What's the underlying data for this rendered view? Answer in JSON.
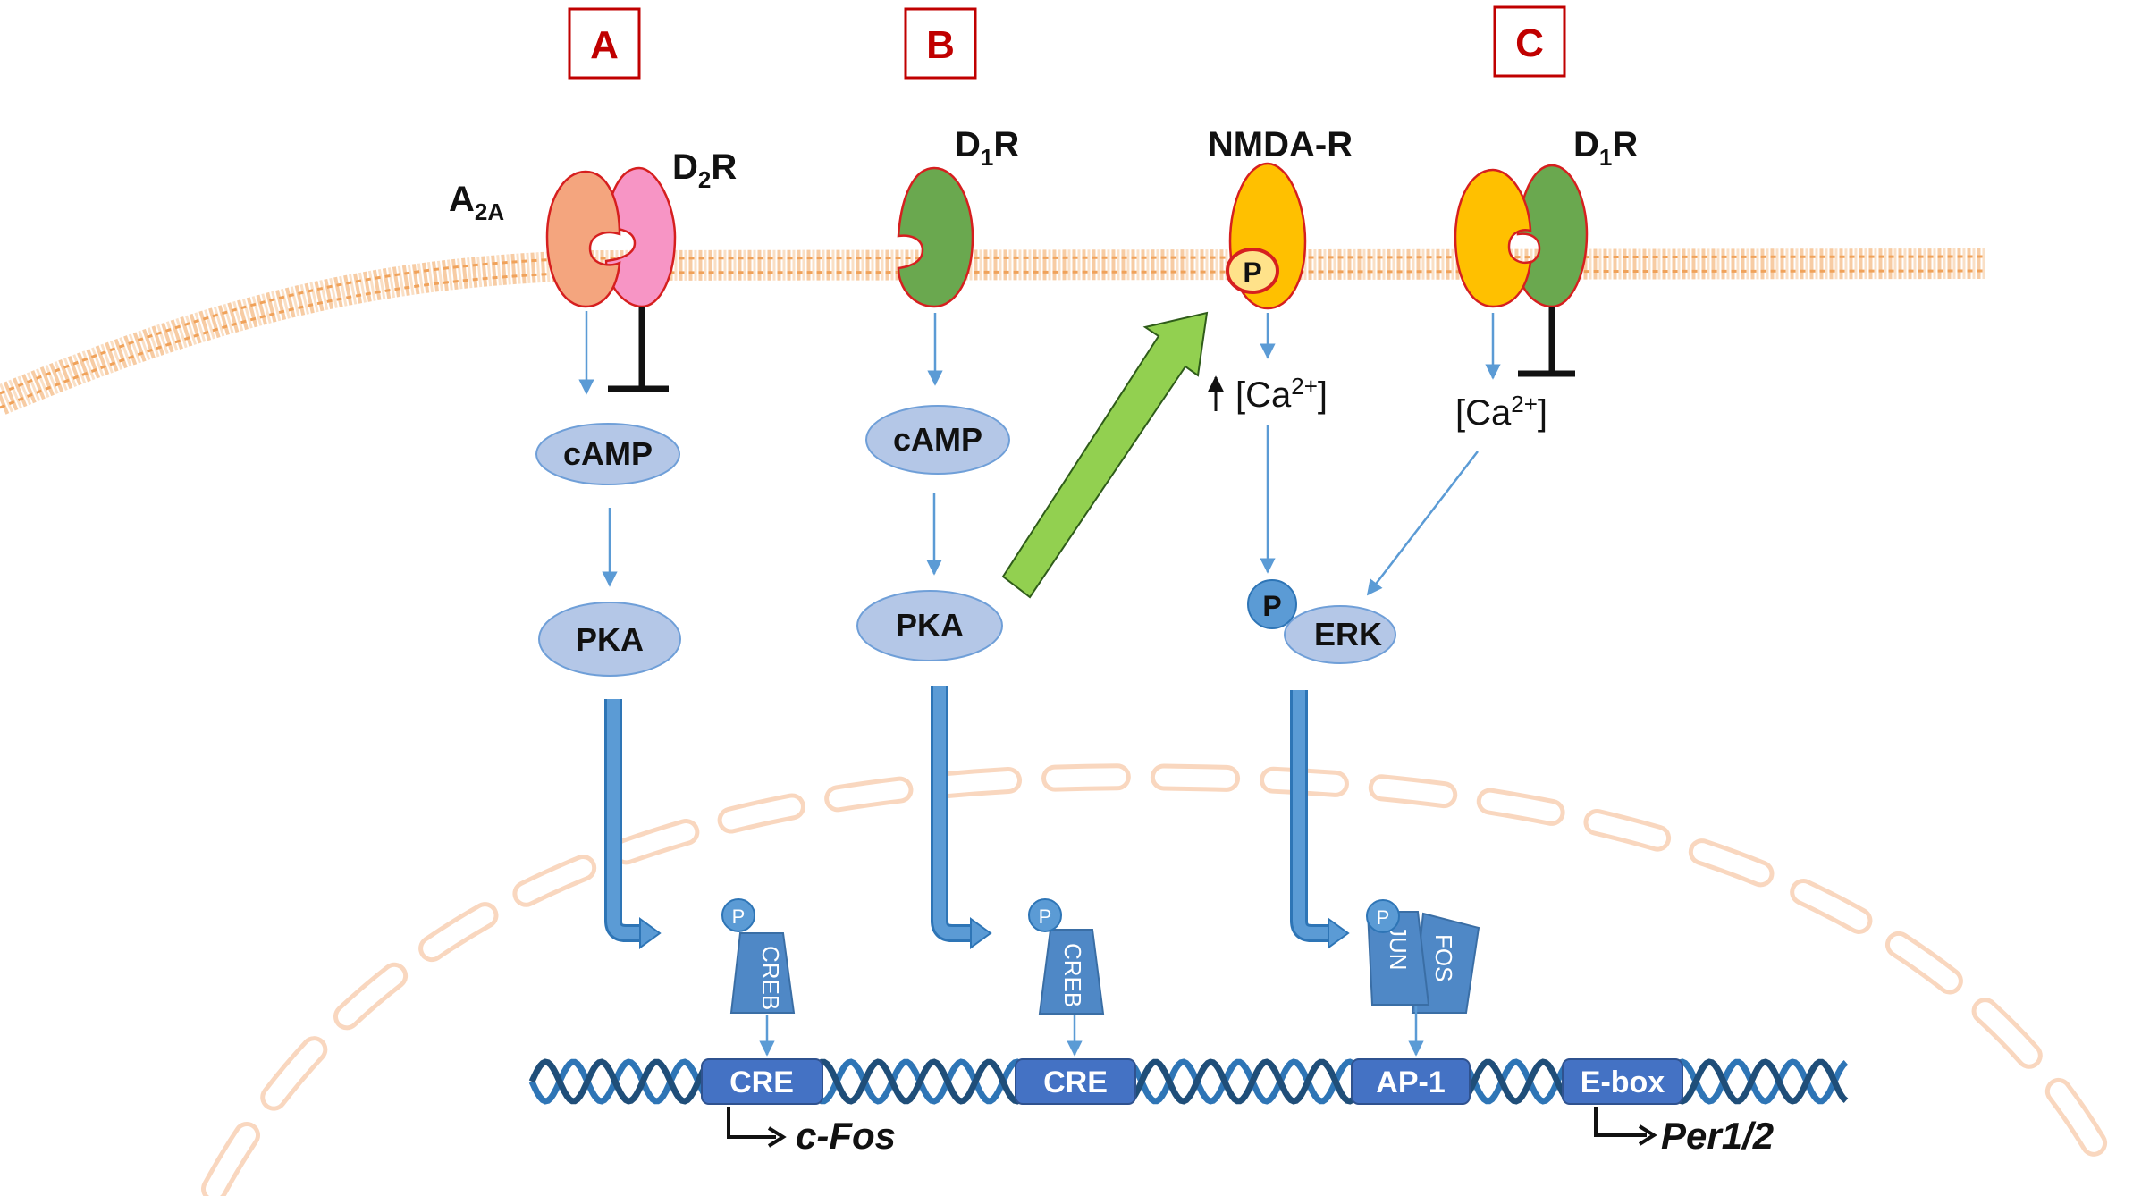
{
  "panels": {
    "a": "A",
    "b": "B",
    "c": "C"
  },
  "receptors": {
    "a2a_main": "A",
    "a2a_sub": "2A",
    "d2r_main": "D",
    "d2r_sub": "2",
    "d2r_tail": "R",
    "d1r_b_main": "D",
    "d1r_b_sub": "1",
    "d1r_b_tail": "R",
    "nmda": "NMDA-R",
    "d1r_c_main": "D",
    "d1r_c_sub": "1",
    "d1r_c_tail": "R"
  },
  "signals": {
    "p": "P",
    "camp": "cAMP",
    "pka": "PKA",
    "erk": "ERK",
    "ca_open": "[Ca",
    "ca_sup": "2+",
    "ca_close": "]",
    "up_arrow": "↑"
  },
  "transcription_factors": {
    "creb": "CREB",
    "jun": "JUN",
    "fos": "FOS"
  },
  "dna_elements": {
    "cre": "CRE",
    "ap1": "AP-1",
    "ebox": "E-box"
  },
  "genes": {
    "cfos": "c-Fos",
    "per": "Per1/2"
  },
  "colors": {
    "membrane": "#f0a25a",
    "nucleus": "#f4b78a",
    "a2a": "#f4a57e",
    "d2r": "#f795c5",
    "d1r": "#6aa84f",
    "nmda": "#ffc000",
    "signal_oval": "#b4c7e7",
    "signal_border": "#6f9fd8",
    "arrow_blue": "#5b9bd5",
    "tf_blue": "#4f88c6",
    "dna_dark": "#2e75b6",
    "dna_box": "#4472c4",
    "green_arrow": "#92d050",
    "panel_red": "#c00000"
  }
}
